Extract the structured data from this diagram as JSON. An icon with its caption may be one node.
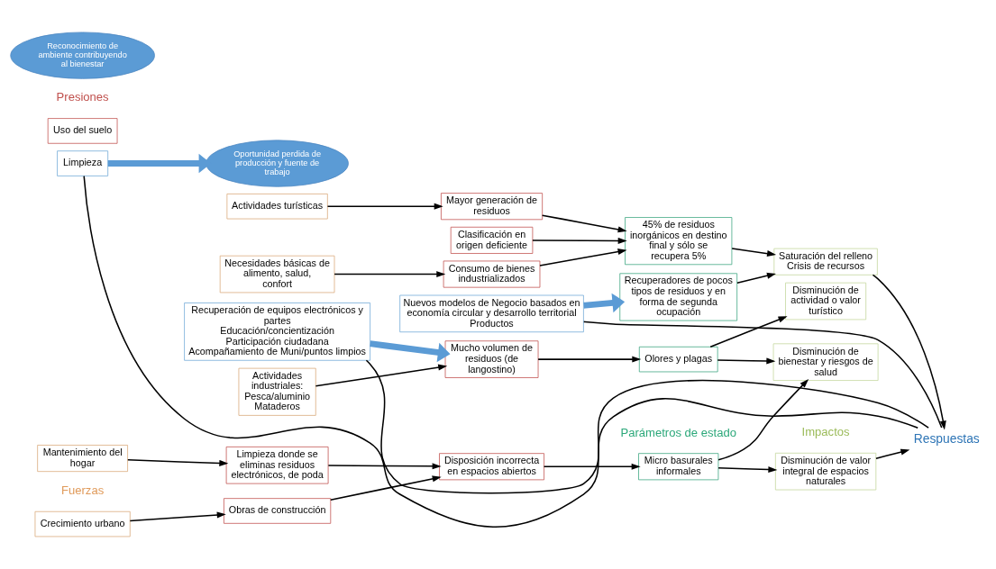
{
  "diagram": {
    "nodes": [
      {
        "text": [
          "Crecimiento urbano"
        ]
      },
      {
        "text": [
          "Mantenimiento del hogar"
        ]
      },
      {
        "text": [
          "Necesidades básicas de alimento, salud, confort"
        ]
      },
      {
        "text": [
          "Actividades turísticas"
        ]
      },
      {
        "text": [
          "Actividades industriales: Pesca/aluminio Mataderos"
        ]
      },
      {
        "text": [
          "Uso del suelo"
        ]
      },
      {
        "text": [
          "Obras de construcción"
        ]
      },
      {
        "text": [
          "Disposición incorrecta en espacios abiertos"
        ]
      },
      {
        "text": [
          "Limpieza donde se eliminas residuos electrónicos, de poda"
        ]
      },
      {
        "text": [
          "Consumo de bienes industrializados"
        ]
      },
      {
        "text": [
          "Clasificación en origen deficiente"
        ]
      },
      {
        "text": [
          "Mayor generación de residuos"
        ]
      },
      {
        "text": [
          "Mucho volumen de residuos (de langostino)"
        ]
      },
      {
        "text": [
          "Micro basurales informales"
        ]
      },
      {
        "text": [
          "Olores y plagas"
        ]
      },
      {
        "text": [
          "45% de residuos inorgánicos en destino final y sólo se recupera 5%"
        ]
      },
      {
        "text": [
          "Recuperadores de pocos tipos de residuos y en forma de segunda ocupación"
        ]
      },
      {
        "text": [
          "Disminución de valor integral de espacios naturales"
        ]
      },
      {
        "text": [
          "Disminución de bienestar y riesgos de salud"
        ]
      },
      {
        "text": [
          "Disminución de actividad o valor turístico"
        ]
      },
      {
        "text": [
          "Saturación del relleno",
          "Crisis de recursos"
        ]
      },
      {
        "text": [
          "Respuestas"
        ]
      },
      {
        "text": [
          "Recuperación de equipos electrónicos y partes",
          "Educación/concientización",
          "Participación ciudadana",
          "Acompañamiento de Muni/puntos limpios"
        ]
      },
      {
        "text": [
          "Reconocimiento de ambiente contribuyendo al bienestar"
        ]
      },
      {
        "text": [
          "Nuevos modelos de Negocio basados en economía circular y desarrollo territorial",
          "Productos"
        ]
      },
      {
        "text": [
          "Oportunidad perdida de producción y fuente de trabajo"
        ]
      },
      {
        "text": [
          "Limpieza"
        ]
      }
    ],
    "edges": [
      {
        "from": 0,
        "to": 6,
        "arrow": "to"
      },
      {
        "from": 6,
        "to": 7,
        "arrow": "to"
      },
      {
        "from": 1,
        "to": 8,
        "arrow": "to"
      },
      {
        "from": 8,
        "to": 7,
        "arrow": "to"
      },
      {
        "from": 2,
        "to": 9,
        "arrow": "to"
      },
      {
        "from": 3,
        "to": 11,
        "arrow": "to"
      },
      {
        "from": 4,
        "to": 12,
        "arrow": "to"
      },
      {
        "from": 7,
        "to": 13,
        "arrow": "to"
      },
      {
        "from": 12,
        "to": 14,
        "arrow": "to"
      },
      {
        "from": 9,
        "to": 15,
        "arrow": "to"
      },
      {
        "from": 10,
        "to": 15,
        "arrow": "to"
      },
      {
        "from": 11,
        "to": 15,
        "arrow": "to"
      },
      {
        "from": 13,
        "to": 17,
        "arrow": "to"
      },
      {
        "from": 13,
        "to": 18,
        "arrow": "to"
      },
      {
        "from": 14,
        "to": 18,
        "arrow": "to"
      },
      {
        "from": 14,
        "to": 19,
        "arrow": "to"
      },
      {
        "from": 15,
        "to": 20,
        "arrow": "to"
      },
      {
        "from": 16,
        "to": 20,
        "arrow": "to"
      },
      {
        "from": 17,
        "to": 21,
        "arrow": "to"
      },
      {
        "from": 20,
        "to": 21,
        "arrow": "to"
      },
      {
        "from": 22,
        "to": 12,
        "arrow": "to",
        "style": "thick",
        "color": "#5b9bd5"
      },
      {
        "from": 24,
        "to": 16,
        "arrow": "to",
        "style": "thick",
        "color": "#5b9bd5"
      },
      {
        "from": 26,
        "to": 25,
        "arrow": "to",
        "style": "thick",
        "color": "#5b9bd5"
      },
      {
        "from": 22,
        "to": 21,
        "arrow": "none"
      },
      {
        "from": 24,
        "to": 21,
        "arrow": "none"
      },
      {
        "from": 26,
        "to": 21,
        "arrow": "none"
      }
    ],
    "labels": [
      "Presiones",
      "Fuerzas",
      "Parámetros de estado",
      "Impactos"
    ]
  }
}
